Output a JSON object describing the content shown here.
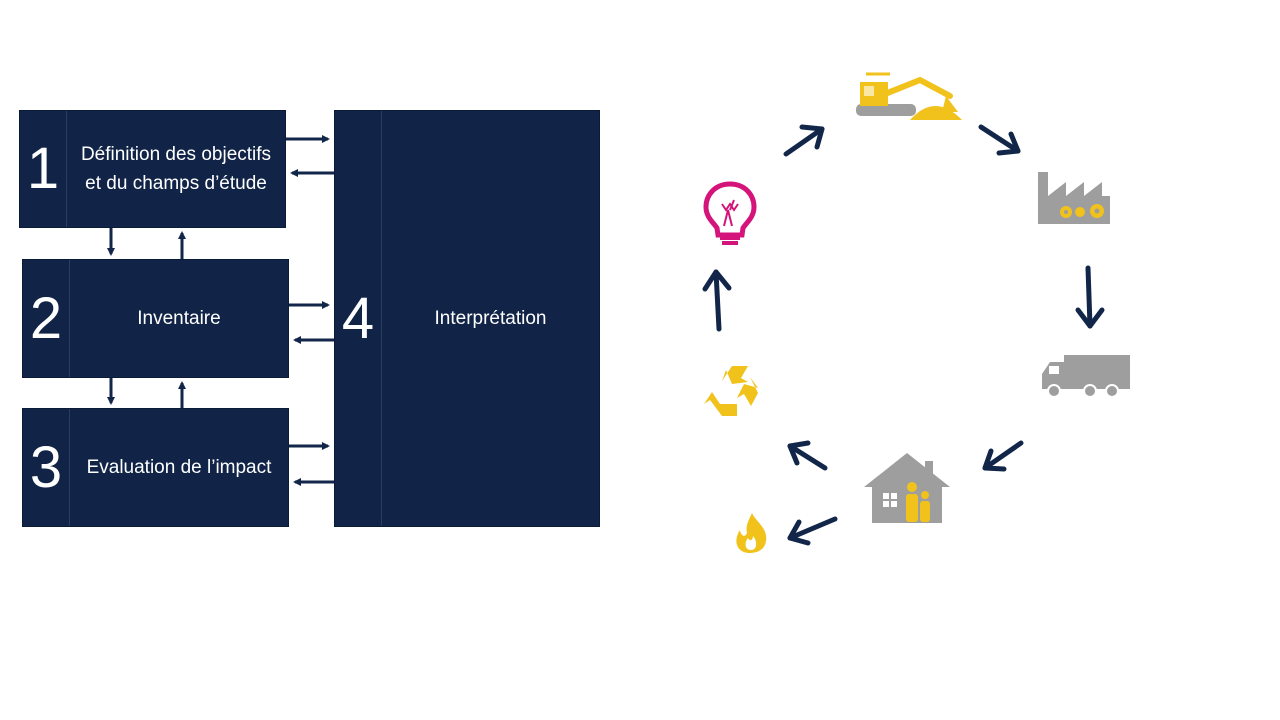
{
  "process": {
    "steps": [
      {
        "number": "1",
        "label": "Définition des objectifs et du champs d’étude"
      },
      {
        "number": "2",
        "label": "Inventaire"
      },
      {
        "number": "3",
        "label": "Evaluation de l’impact"
      },
      {
        "number": "4",
        "label": "Interprétation"
      }
    ]
  },
  "lifecycle": {
    "stages_icons": [
      "lightbulb-icon",
      "excavator-icon",
      "factory-icon",
      "truck-icon",
      "house-family-icon",
      "recycle-icon",
      "fire-icon"
    ]
  },
  "colors": {
    "box": "#112447",
    "arrow": "#12264a",
    "icon_yellow": "#f2c21c",
    "icon_gray": "#9e9e9e",
    "icon_magenta": "#d4147a"
  }
}
